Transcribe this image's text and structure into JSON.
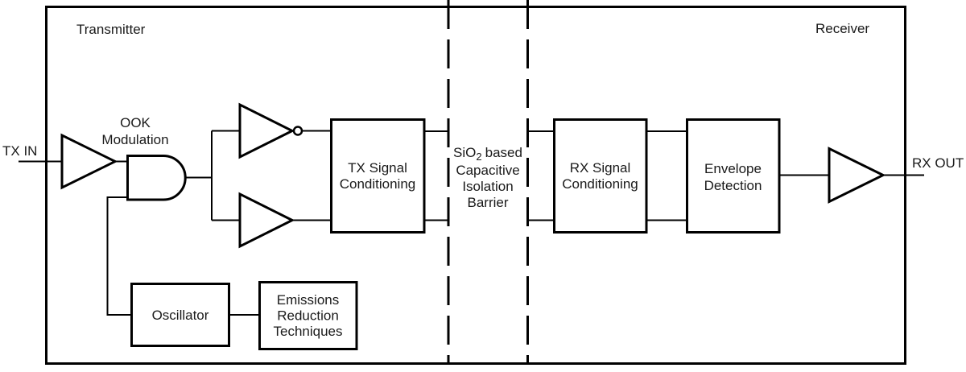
{
  "labels": {
    "transmitter": "Transmitter",
    "receiver": "Receiver",
    "tx_in": "TX IN",
    "rx_out": "RX OUT",
    "ook_line1": "OOK",
    "ook_line2": "Modulation"
  },
  "blocks": {
    "tx_signal_conditioning": {
      "line1": "TX Signal",
      "line2": "Conditioning"
    },
    "rx_signal_conditioning": {
      "line1": "RX Signal",
      "line2": "Conditioning"
    },
    "envelope_detection": {
      "line1": "Envelope",
      "line2": "Detection"
    },
    "oscillator": {
      "label": "Oscillator"
    },
    "emissions_reduction": {
      "line1": "Emissions",
      "line2": "Reduction",
      "line3": "Techniques"
    }
  },
  "barrier": {
    "sio": "SiO",
    "sub": "2",
    "based": "based",
    "line2": "Capacitive",
    "line3": "Isolation",
    "line4": "Barrier"
  },
  "colors": {
    "stroke": "#000000",
    "background": "#ffffff"
  }
}
